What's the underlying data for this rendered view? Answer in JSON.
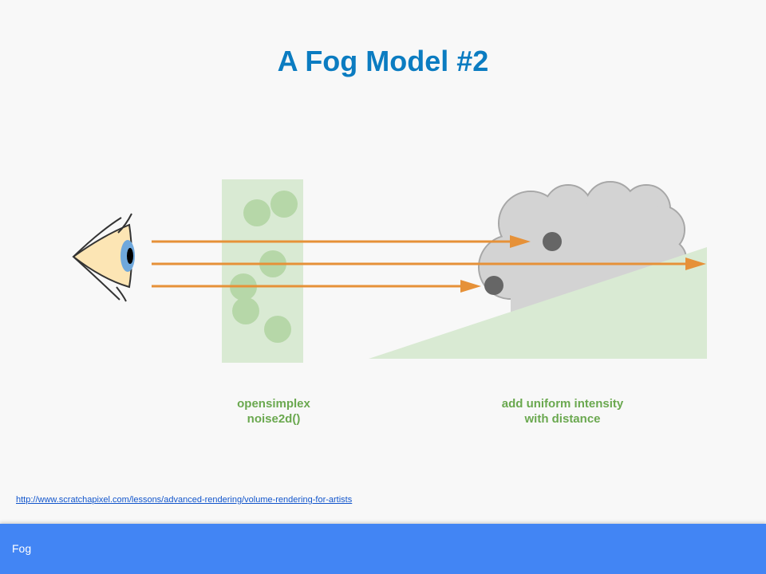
{
  "title": "A Fog Model #2",
  "captions": {
    "noise_line1": "opensimplex",
    "noise_line2": "noise2d()",
    "distance_line1": "add uniform intensity",
    "distance_line2": "with distance"
  },
  "link_text": "http://www.scratchapixel.com/lessons/advanced-rendering/volume-rendering-for-artists",
  "footer_label": "Fog",
  "colors": {
    "title": "#0b7cc1",
    "noise_panel": "#d9ead3",
    "noise_blob": "#b6d7a8",
    "cloud": "#d3d3d3",
    "ground": "#d9ead3",
    "ray": "#e69138",
    "hit_point": "#666666",
    "iris": "#6fa8dc",
    "eye": "#fce5b4",
    "footer": "#4285f4"
  },
  "icons": [
    "eye-icon",
    "cloud-icon"
  ]
}
